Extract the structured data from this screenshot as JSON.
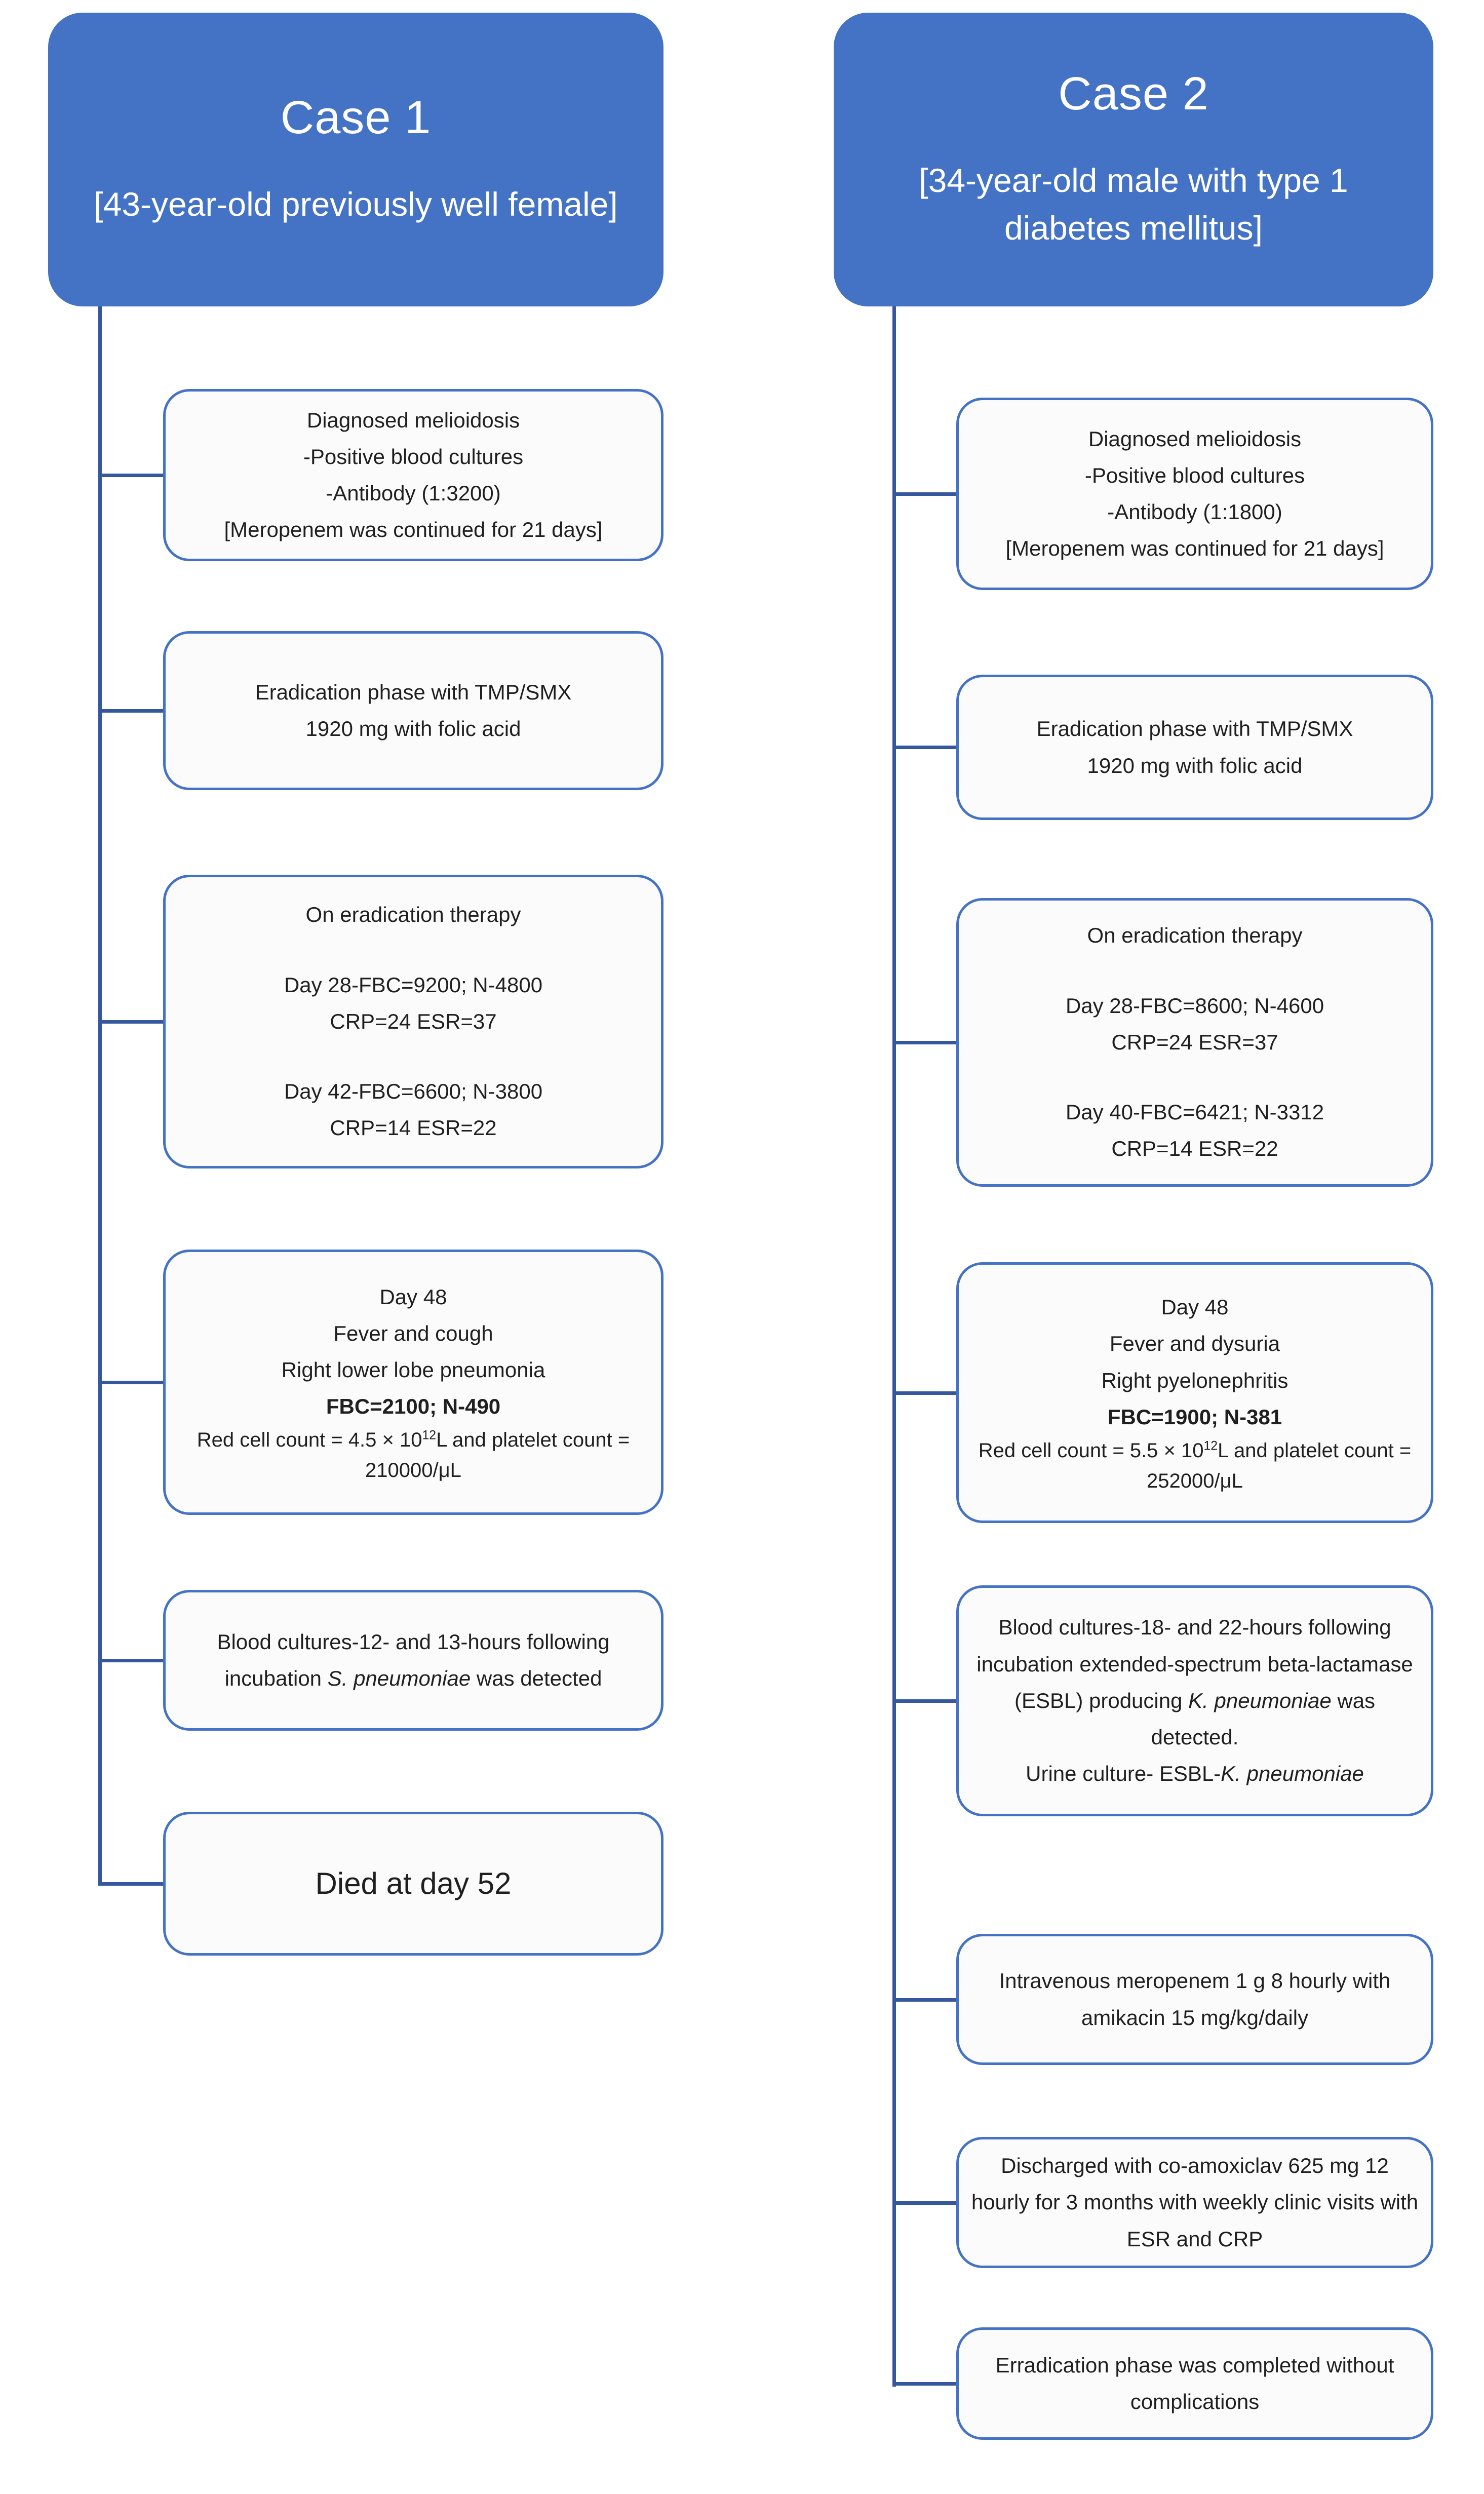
{
  "colors": {
    "header_fill": "#4472C4",
    "box_border": "#4472C4",
    "box_fill": "#FBFBFC",
    "connector": "#35579E",
    "header_text": "#FFFFFF",
    "body_text": "#1F1F1F"
  },
  "cases": [
    {
      "title": "Case 1",
      "subtitle": "[43-year-old previously well female]",
      "boxes": [
        {
          "lines": [
            "Diagnosed melioidosis",
            "-Positive blood cultures",
            "-Antibody (1:3200)",
            "[Meropenem was continued for 21 days]"
          ]
        },
        {
          "lines": [
            "Eradication phase with TMP/SMX",
            "1920 mg with folic acid"
          ]
        },
        {
          "title": "On eradication therapy",
          "group1": [
            "Day 28-FBC=9200; N-4800",
            "CRP=24 ESR=37"
          ],
          "group2": [
            "Day 42-FBC=6600; N-3800",
            "CRP=14 ESR=22"
          ]
        },
        {
          "lines": [
            "Day 48",
            "Fever and cough",
            "Right lower lobe pneumonia"
          ],
          "bold_line": "FBC=2100; N-490",
          "redcell_pre": "Red cell count = 4.5 × 10",
          "redcell_sup": "12",
          "redcell_post": "L and platelet count = 210000/μL"
        },
        {
          "pre": "Blood cultures-12- and 13-hours following incubation ",
          "italic": "S. pneumoniae",
          "post": " was detected"
        },
        {
          "text": "Died at day 52"
        }
      ]
    },
    {
      "title": "Case 2",
      "subtitle": "[34-year-old male with type 1 diabetes mellitus]",
      "boxes": [
        {
          "lines": [
            "Diagnosed melioidosis",
            "-Positive blood cultures",
            "-Antibody (1:1800)",
            "[Meropenem was continued for 21 days]"
          ]
        },
        {
          "lines": [
            "Eradication phase with TMP/SMX",
            "1920 mg with folic acid"
          ]
        },
        {
          "title": "On eradication therapy",
          "group1": [
            "Day 28-FBC=8600; N-4600",
            "CRP=24 ESR=37"
          ],
          "group2": [
            "Day 40-FBC=6421; N-3312",
            "CRP=14 ESR=22"
          ]
        },
        {
          "lines": [
            "Day 48",
            "Fever and dysuria",
            "Right pyelonephritis"
          ],
          "bold_line": "FBC=1900; N-381",
          "redcell_pre": "Red cell count = 5.5 × 10",
          "redcell_sup": "12",
          "redcell_post": "L and platelet count = 252000/μL"
        },
        {
          "para1_pre": "Blood cultures-18- and 22-hours following incubation extended-spectrum beta-lactamase (ESBL) producing ",
          "para1_italic": "K. pneumoniae",
          "para1_post": " was detected.",
          "para2_pre": "Urine culture- ESBL-",
          "para2_italic": "K. pneumoniae"
        },
        {
          "text": "Intravenous meropenem 1 g 8 hourly with amikacin 15 mg/kg/daily"
        },
        {
          "text": "Discharged with co-amoxiclav 625 mg 12 hourly for 3 months with weekly clinic visits with ESR and CRP"
        },
        {
          "text": "Erradication phase was completed without complications"
        }
      ]
    }
  ]
}
